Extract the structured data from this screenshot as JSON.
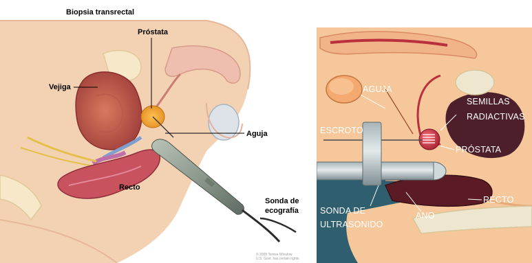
{
  "left_panel": {
    "title": "Biopsia transrectal",
    "labels": {
      "prostata": "Próstata",
      "vejiga": "Vejiga",
      "aguja": "Aguja",
      "recto": "Recto",
      "sonda_line1": "Sonda de",
      "sonda_line2": "ecografía"
    },
    "credit_line1": "© 2005 Terese Winslow",
    "credit_line2": "U.S. Govt. has certain rights"
  },
  "right_panel": {
    "labels": {
      "aguja": "AGUJA",
      "semillas_line1": "SEMILLAS",
      "semillas_line2": "RADIACTIVAS",
      "escroto": "ESCROTO",
      "prostata": "PRÓSTATA",
      "recto": "RECTO",
      "ano": "ANO",
      "sonda_line1": "SONDA DE",
      "sonda_line2": "ULTRASONIDO"
    }
  },
  "colors": {
    "skin": "#f3d2b3",
    "bladder": "#c0584f",
    "prostate": "#f3a12f",
    "rectum": "#c8525e",
    "probe": "#8d9a8e",
    "right_bg": "#2f5e6e",
    "right_skin": "#f5c79a",
    "right_prostate": "#c8283e"
  }
}
